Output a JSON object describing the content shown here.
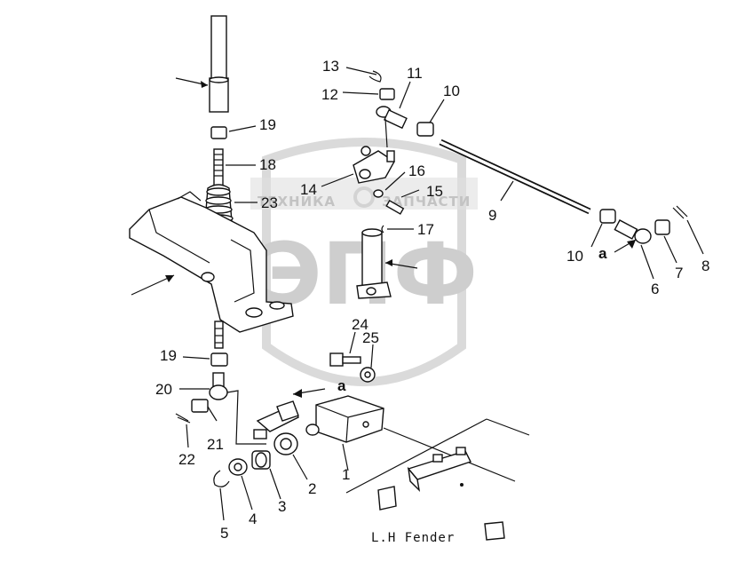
{
  "callouts": {
    "c1": "1",
    "c2": "2",
    "c3": "3",
    "c4": "4",
    "c5": "5",
    "c6": "6",
    "c7": "7",
    "c8": "8",
    "c9": "9",
    "c10a": "10",
    "c10b": "10",
    "c11": "11",
    "c12": "12",
    "c13": "13",
    "c14": "14",
    "c15": "15",
    "c16": "16",
    "c17": "17",
    "c18": "18",
    "c19a": "19",
    "c19b": "19",
    "c20": "20",
    "c21": "21",
    "c22": "22",
    "c23": "23",
    "c24": "24",
    "c25": "25"
  },
  "marks": {
    "a_left": "a",
    "a_right": "a"
  },
  "note": "L.H Fender",
  "watermark": {
    "logo": "ЭПФ",
    "left": "ТЕХНИКА",
    "right": "ЗАПЧАСТИ"
  }
}
